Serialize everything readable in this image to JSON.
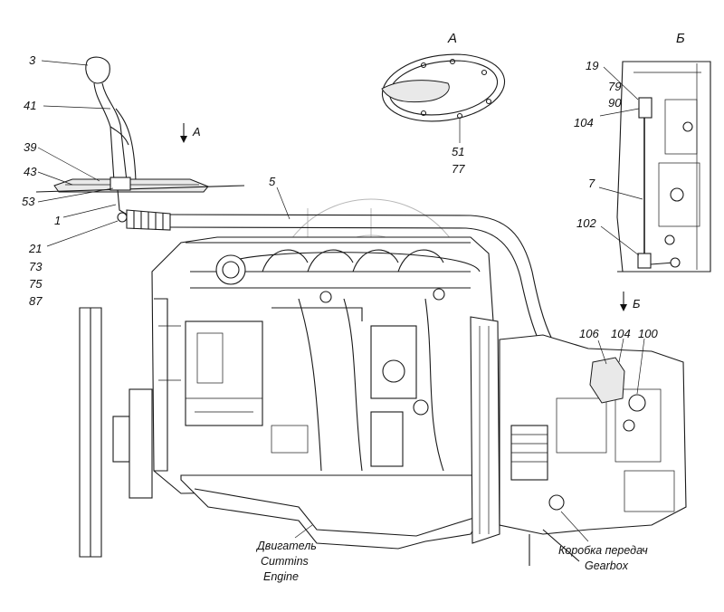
{
  "view_labels": {
    "a": "А",
    "b": "Б"
  },
  "callouts": {
    "n3": "3",
    "n41": "41",
    "n39": "39",
    "n43": "43",
    "n53": "53",
    "n1": "1",
    "n21": "21",
    "n73": "73",
    "n75": "75",
    "n87": "87",
    "n5": "5",
    "n51": "51",
    "n77": "77",
    "n19": "19",
    "n79": "79",
    "n90": "90",
    "n104_top": "104",
    "n7": "7",
    "n102": "102",
    "n106": "106",
    "n104_bottom": "104",
    "n100": "100"
  },
  "arrows": {
    "view_a": "А",
    "view_b": "Б"
  },
  "captions": {
    "engine_ru": "Двигатель",
    "engine_en1": "Cummins",
    "engine_en2": "Engine",
    "gearbox_ru": "Коробка передач",
    "gearbox_en": "Gearbox"
  }
}
